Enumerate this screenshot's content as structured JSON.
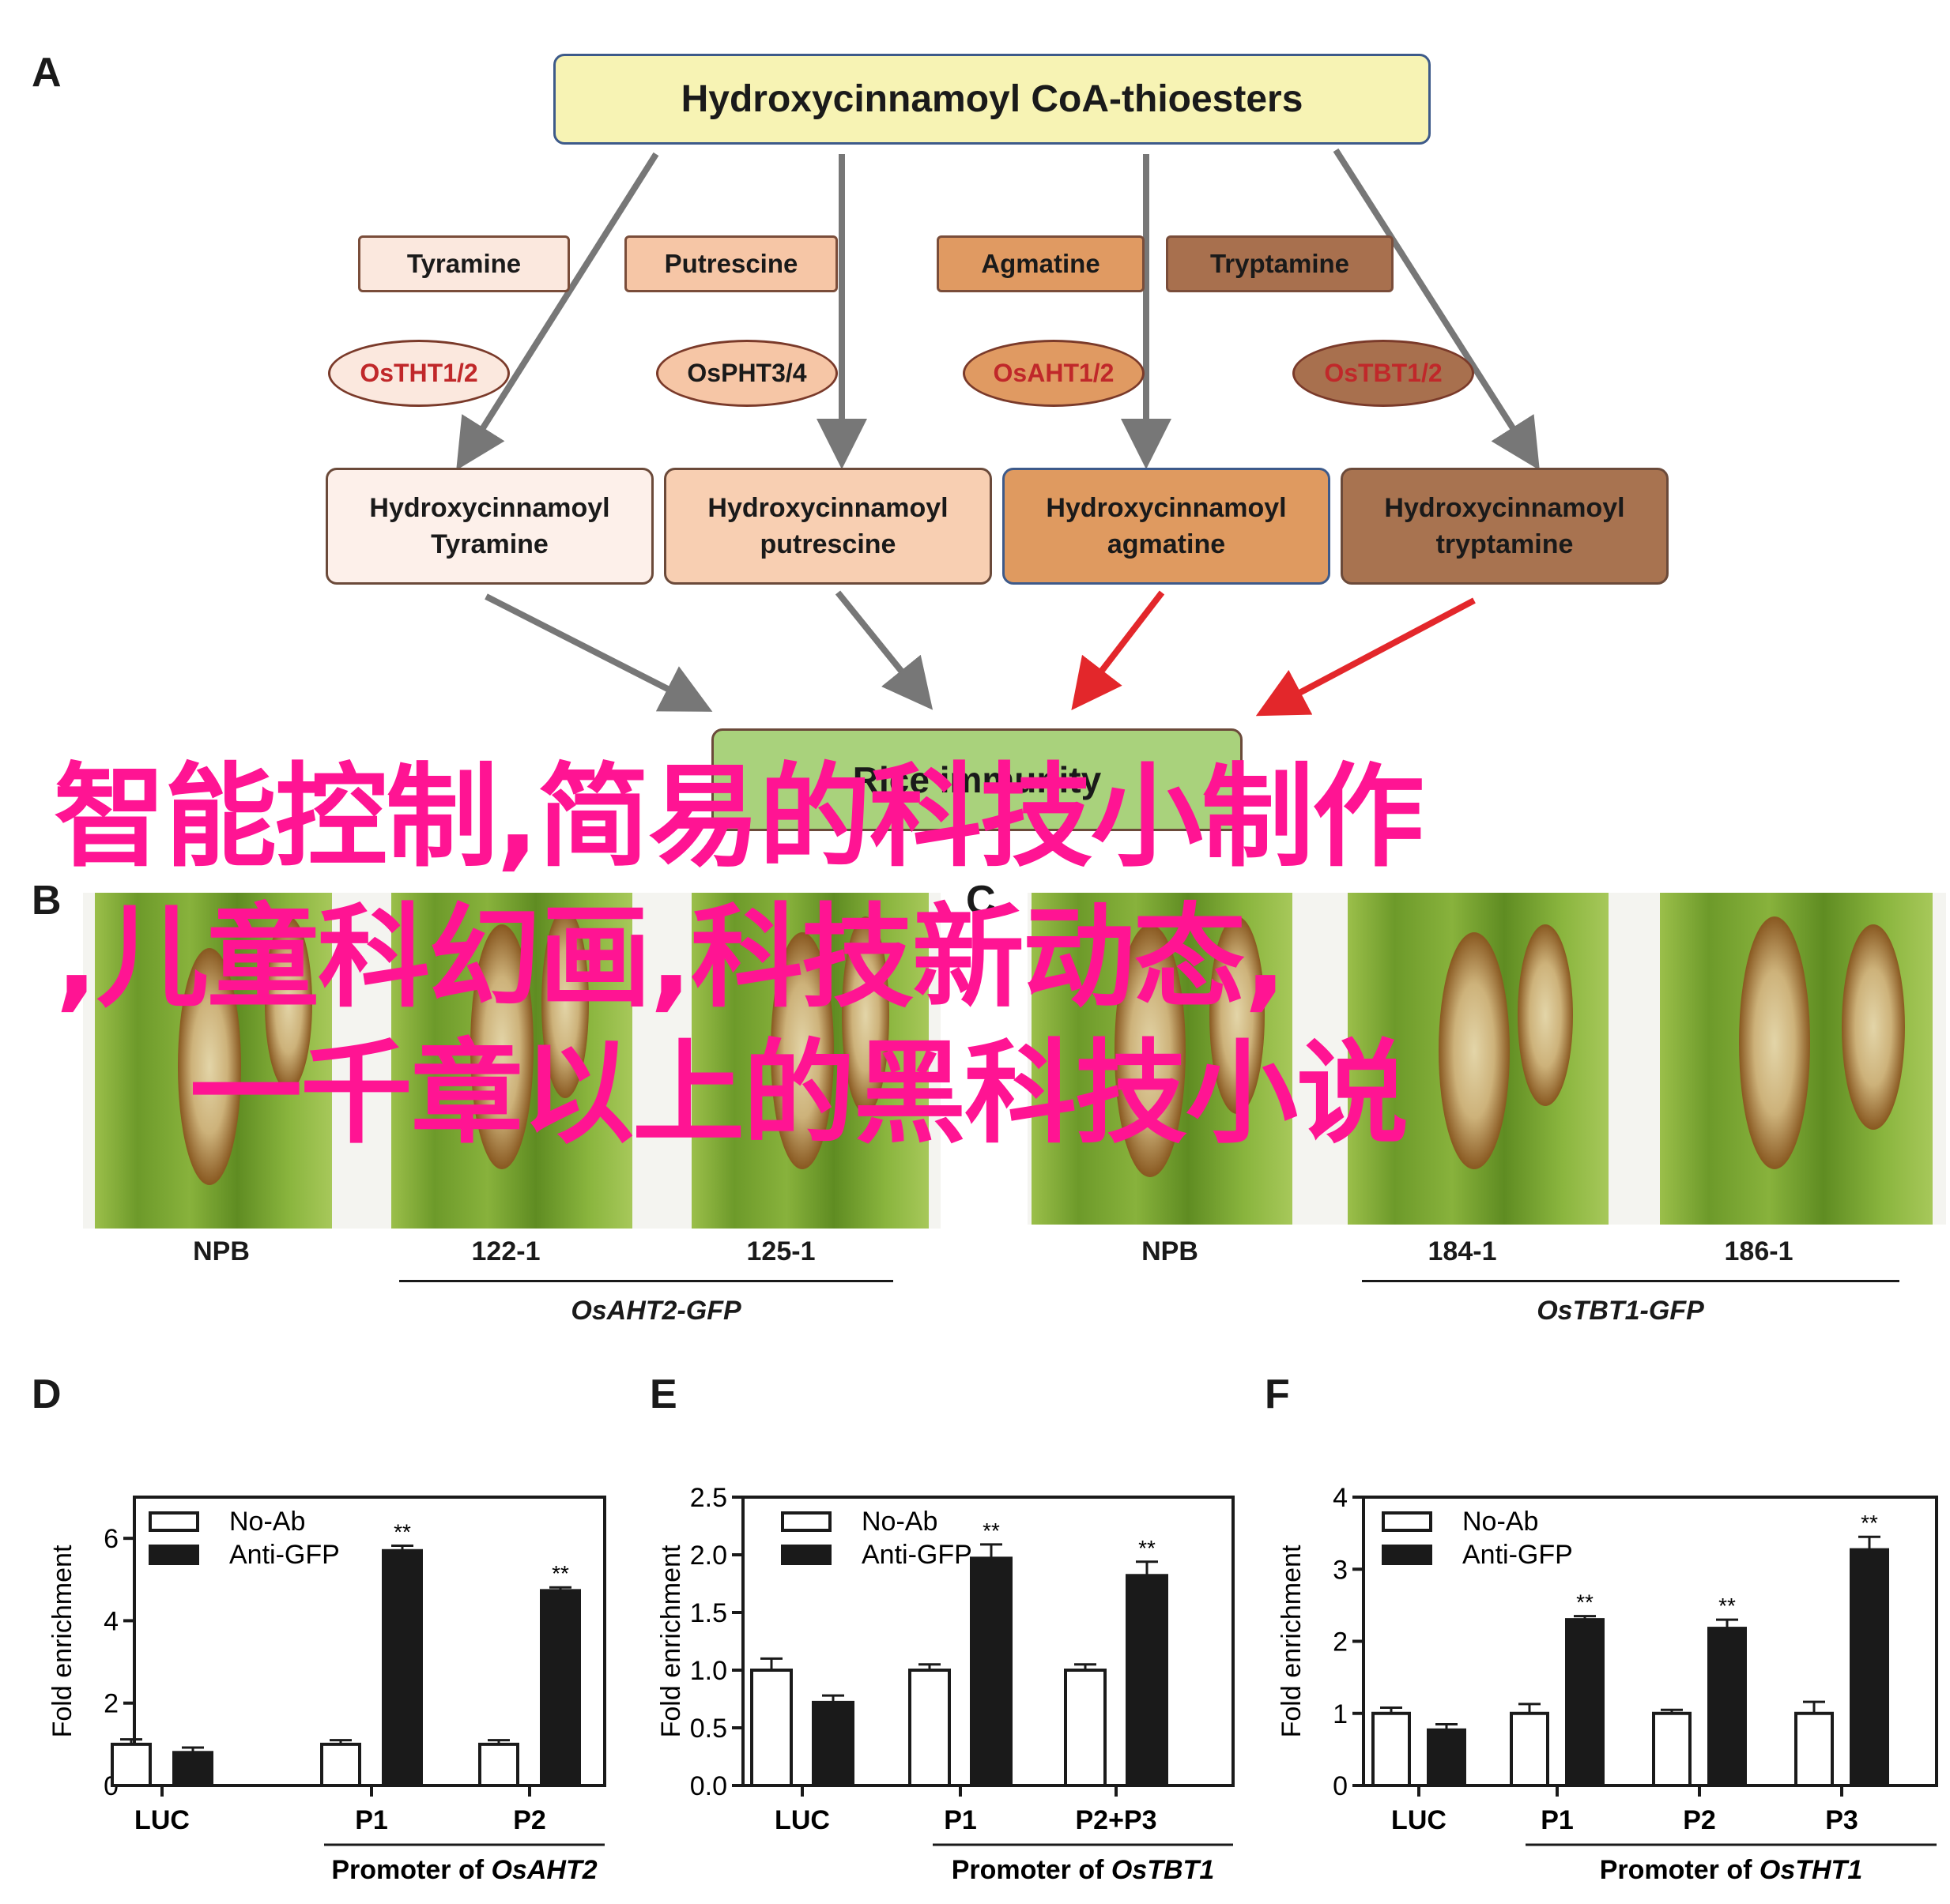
{
  "panel_labels": {
    "a": "A",
    "b": "B",
    "c": "C",
    "d": "D",
    "e": "E",
    "f": "F"
  },
  "pathway": {
    "top": "Hydroxycinnamoyl CoA-thioesters",
    "substrates": [
      "Tyramine",
      "Putrescine",
      "Agmatine",
      "Tryptamine"
    ],
    "enzymes": [
      "OsTHT1/2",
      "OsPHT3/4",
      "OsAHT1/2",
      "OsTBT1/2"
    ],
    "products": [
      {
        "line1": "Hydroxycinnamoyl",
        "line2": "Tyramine"
      },
      {
        "line1": "Hydroxycinnamoyl",
        "line2": "putrescine"
      },
      {
        "line1": "Hydroxycinnamoyl",
        "line2": "agmatine"
      },
      {
        "line1": "Hydroxycinnamoyl",
        "line2": "tryptamine"
      }
    ],
    "bottom": "Rice immunity",
    "colors": {
      "top_fill": "#f7f3b4",
      "top_border": "#3d5a8a",
      "sub_fills": [
        "#fbe8de",
        "#f6c6a6",
        "#e09a62",
        "#a8704e"
      ],
      "prod_fills": [
        "#fdf0ea",
        "#f8cfb2",
        "#df9a60",
        "#a87350"
      ],
      "bottom_fill": "#a9d27c",
      "grey_arrow": "#777777",
      "red_arrow": "#e3272b"
    }
  },
  "panel_b": {
    "labels": [
      "NPB",
      "122-1",
      "125-1"
    ],
    "group": "OsAHT2-GFP"
  },
  "panel_c": {
    "labels": [
      "NPB",
      "184-1",
      "186-1"
    ],
    "group": "OsTBT1-GFP"
  },
  "watermark": {
    "line1": "智能控制,简易的科技小制作",
    "line2": ",儿童科幻画,科技新动态,",
    "line3": "一千章以上的黑科技小说"
  },
  "chart_data": [
    {
      "type": "bar",
      "panel": "D",
      "categories": [
        "LUC",
        "P1",
        "P2"
      ],
      "series": [
        {
          "name": "No-Ab",
          "values": [
            1.0,
            1.0,
            1.0
          ],
          "errors": [
            0.12,
            0.1,
            0.1
          ]
        },
        {
          "name": "Anti-GFP",
          "values": [
            0.8,
            5.7,
            4.73
          ],
          "errors": [
            0.12,
            0.12,
            0.08
          ]
        }
      ],
      "significance": [
        "",
        "**",
        "**"
      ],
      "ylabel": "Fold enrichment",
      "ylim": [
        0,
        7
      ],
      "yticks": [
        0,
        2,
        4,
        6
      ],
      "group_label_prefix": "Promoter of ",
      "group_label_gene": "OsAHT2",
      "legend": "top-left"
    },
    {
      "type": "bar",
      "panel": "E",
      "categories": [
        "LUC",
        "P1",
        "P2+P3"
      ],
      "series": [
        {
          "name": "No-Ab",
          "values": [
            1.0,
            1.0,
            1.0
          ],
          "errors": [
            0.1,
            0.05,
            0.05
          ]
        },
        {
          "name": "Anti-GFP",
          "values": [
            0.72,
            1.97,
            1.82
          ],
          "errors": [
            0.06,
            0.12,
            0.12
          ]
        }
      ],
      "significance": [
        "",
        "**",
        "**"
      ],
      "ylabel": "Fold enrichment",
      "ylim": [
        0,
        2.5
      ],
      "yticks": [
        0.0,
        0.5,
        1.0,
        1.5,
        2.0,
        2.5
      ],
      "group_label_prefix": "Promoter of ",
      "group_label_gene": "OsTBT1",
      "legend": "top-left"
    },
    {
      "type": "bar",
      "panel": "F",
      "categories": [
        "LUC",
        "P1",
        "P2",
        "P3"
      ],
      "series": [
        {
          "name": "No-Ab",
          "values": [
            1.0,
            1.0,
            1.0,
            1.0
          ],
          "errors": [
            0.08,
            0.13,
            0.05,
            0.16
          ]
        },
        {
          "name": "Anti-GFP",
          "values": [
            0.77,
            2.3,
            2.18,
            3.27
          ],
          "errors": [
            0.08,
            0.05,
            0.12,
            0.18
          ]
        }
      ],
      "significance": [
        "",
        "**",
        "**",
        "**"
      ],
      "ylabel": "Fold enrichment",
      "ylim": [
        0,
        4
      ],
      "yticks": [
        0,
        1,
        2,
        3,
        4
      ],
      "group_label_prefix": "Promoter of ",
      "group_label_gene": "OsTHT1",
      "legend": "top-left"
    }
  ]
}
